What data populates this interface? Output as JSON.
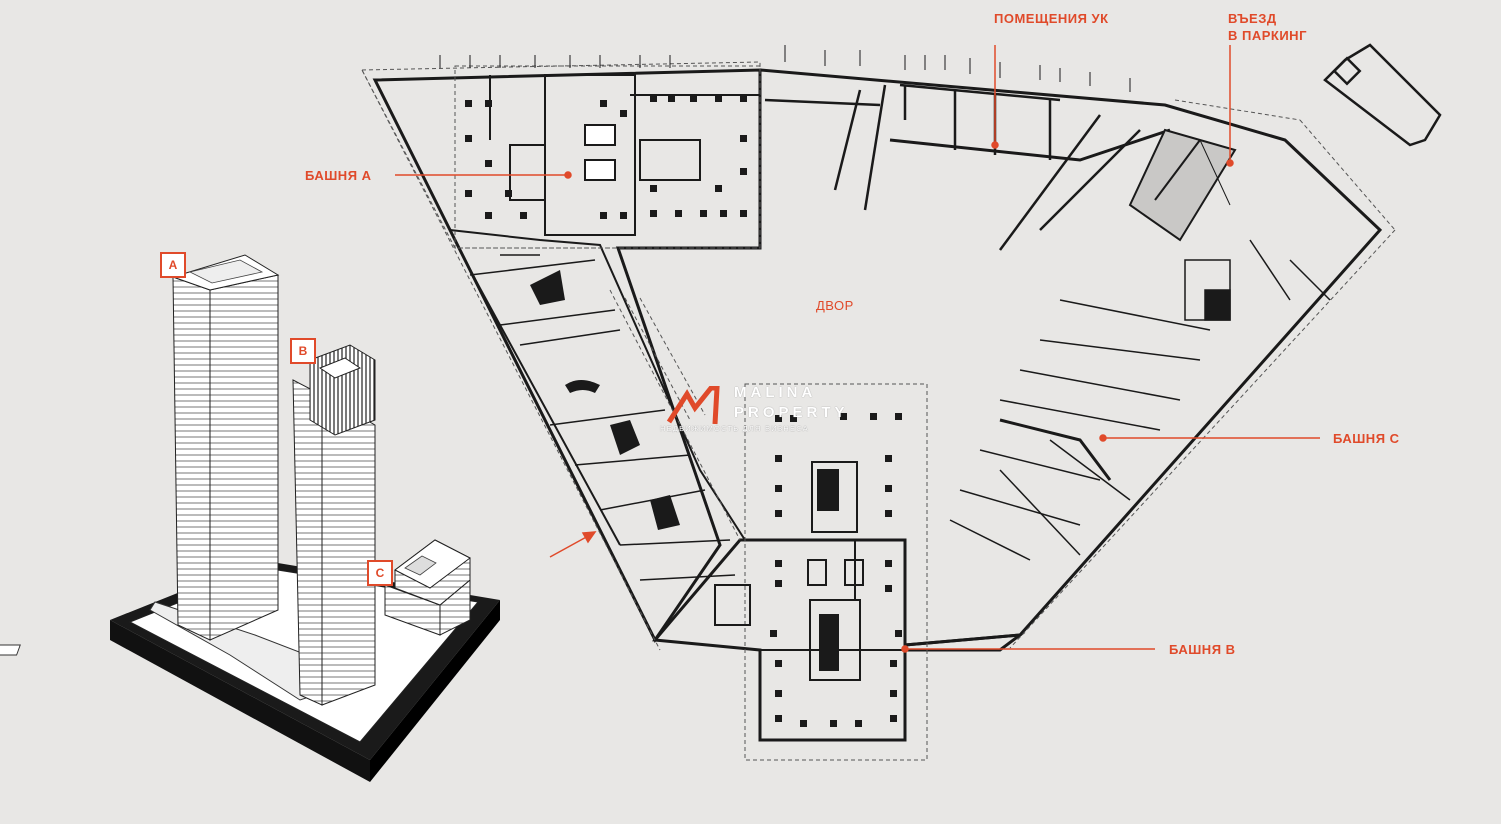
{
  "labels": {
    "uk_rooms": "ПОМЕЩЕНИЯ УК",
    "parking_line1": "ВЪЕЗД",
    "parking_line2": "В ПАРКИНГ",
    "tower_a": "БАШНЯ А",
    "tower_b": "БАШНЯ В",
    "tower_c": "БАШНЯ С",
    "yard": "ДВОР"
  },
  "badges": {
    "a": "A",
    "b": "B",
    "c": "C"
  },
  "logo": {
    "name_line1": "MALINA",
    "name_line2": "PROPERTY",
    "tagline": "НЕДВИЖИМОСТЬ ДЛЯ БИЗНЕСА"
  },
  "colors": {
    "accent": "#e04a2a",
    "background": "#e8e7e5",
    "line": "#1a1a1a"
  }
}
